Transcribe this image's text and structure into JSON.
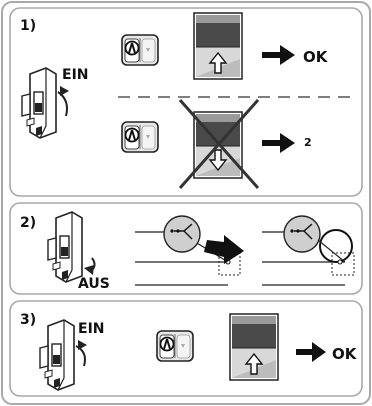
{
  "outer_frame": {},
  "steps": [
    {
      "number_label": "1)",
      "breaker_label": "EIN",
      "results": [
        "OK",
        "2"
      ]
    },
    {
      "number_label": "2)",
      "breaker_label": "AUS"
    },
    {
      "number_label": "3)",
      "breaker_label": "EIN",
      "results": [
        "OK"
      ]
    }
  ],
  "colors": {
    "panel_border": "#a9a9a9",
    "switch_fill": "#e8e8e8",
    "shutter_dark": "#4a4a4a",
    "arrow": "#111111"
  },
  "icons": [
    "circuit-breaker-icon",
    "rocker-switch-icon",
    "roller-shutter-icon",
    "right-arrow-icon",
    "cross-icon",
    "motor-wiring-icon",
    "dashed-separator"
  ]
}
